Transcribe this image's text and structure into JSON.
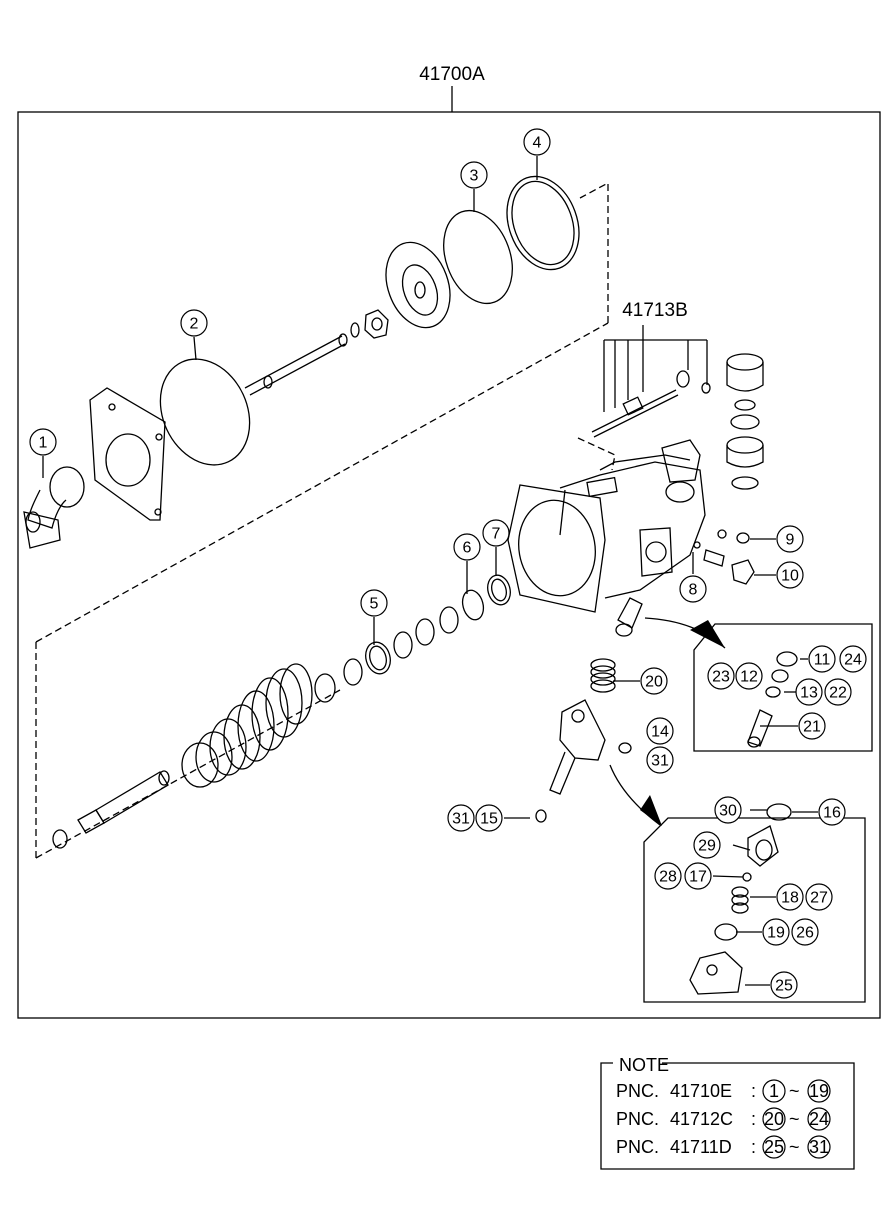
{
  "assembly_label": "41700A",
  "subassembly_label": "41713B",
  "callouts": {
    "c1": "1",
    "c2": "2",
    "c3": "3",
    "c4": "4",
    "c5": "5",
    "c6": "6",
    "c7": "7",
    "c8": "8",
    "c9": "9",
    "c10": "10",
    "c11": "11",
    "c12": "12",
    "c13": "13",
    "c14": "14",
    "c15": "15",
    "c16": "16",
    "c17": "17",
    "c18": "18",
    "c19": "19",
    "c20": "20",
    "c21": "21",
    "c22": "22",
    "c23": "23",
    "c24": "24",
    "c25": "25",
    "c26": "26",
    "c27": "27",
    "c28": "28",
    "c29": "29",
    "c30": "30",
    "c31a": "31",
    "c31b": "31"
  },
  "note": {
    "title": "NOTE",
    "rows": [
      {
        "prefix": "PNC.",
        "code": "41710E",
        "sep": ":",
        "from": "1",
        "tilde": "~",
        "to": "19"
      },
      {
        "prefix": "PNC.",
        "code": "41712C",
        "sep": ":",
        "from": "20",
        "tilde": "~",
        "to": "24"
      },
      {
        "prefix": "PNC.",
        "code": "41711D",
        "sep": ":",
        "from": "25",
        "tilde": "~",
        "to": "31"
      }
    ]
  }
}
